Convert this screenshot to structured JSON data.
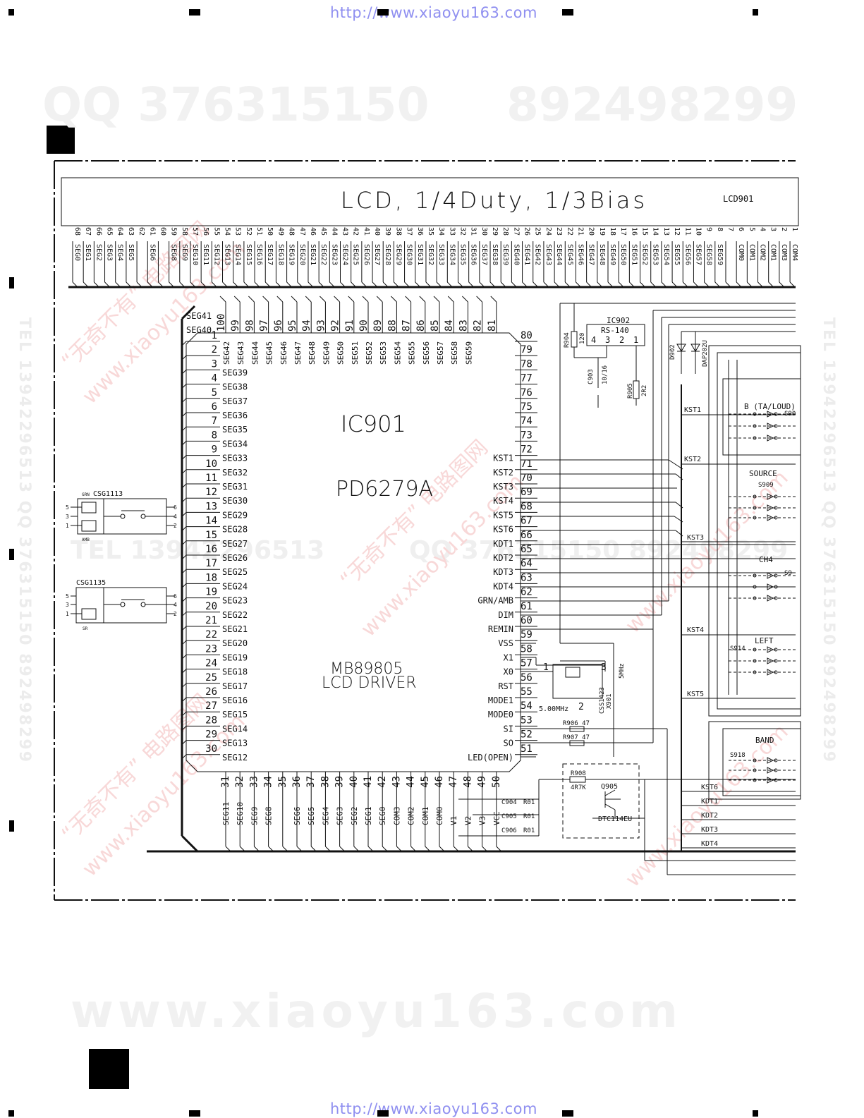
{
  "header_url": "http://www.xiaoyu163.com",
  "footer_url": "http://www.xiaoyu163.com",
  "watermarks": {
    "qq_left": "QQ 376315150",
    "qq_right": "892498299",
    "bottom_site": "www.xiaoyu163.com",
    "tel_mid": "TEL 13942296513",
    "qq_mid": "QQ 376315150 892498299",
    "side_left": "TEL 13942296513 QQ 376315150 892498299",
    "side_right": "TEL 13942296513 QQ 376315150 892498299",
    "cn_text": "“无奇不有” 电路图网",
    "cn_site": "www.xiaoyu163.com"
  },
  "lcd": {
    "title": "LCD, 1/4Duty, 1/3Bias",
    "ref": "LCD901",
    "pins": [
      "68",
      "67",
      "66",
      "65",
      "64",
      "63",
      "62",
      "61",
      "60",
      "59",
      "58",
      "57",
      "56",
      "55",
      "54",
      "53",
      "52",
      "51",
      "50",
      "49",
      "48",
      "47",
      "46",
      "45",
      "44",
      "43",
      "42",
      "41",
      "40",
      "39",
      "38",
      "37",
      "36",
      "35",
      "34",
      "33",
      "32",
      "31",
      "30",
      "29",
      "28",
      "27",
      "26",
      "25",
      "24",
      "23",
      "22",
      "21",
      "20",
      "19",
      "18",
      "17",
      "16",
      "15",
      "14",
      "13",
      "12",
      "11",
      "10",
      "9",
      "8",
      "7",
      "6",
      "5",
      "4",
      "3",
      "2",
      "1"
    ],
    "segs": [
      "SEG0",
      "SEG1",
      "SEG2",
      "SEG3",
      "SEG4",
      "SEG5",
      "",
      "SEG6",
      "",
      "SEG8",
      "SEG9",
      "SEG10",
      "SEG11",
      "SEG12",
      "SEG13",
      "SEG14",
      "SEG15",
      "SEG16",
      "SEG17",
      "SEG18",
      "SEG19",
      "SEG20",
      "SEG21",
      "SEG22",
      "SEG23",
      "SEG24",
      "SEG25",
      "SEG26",
      "SEG27",
      "SEG28",
      "SEG29",
      "SEG30",
      "SEG31",
      "SEG32",
      "SEG33",
      "SEG34",
      "SEG35",
      "SEG36",
      "SEG37",
      "SEG38",
      "SEG39",
      "SEG40",
      "SEG41",
      "SEG42",
      "SEG43",
      "SEG44",
      "SEG45",
      "SEG46",
      "SEG47",
      "SEG48",
      "SEG49",
      "SEG50",
      "SEG51",
      "SEG52",
      "SEG53",
      "SEG54",
      "SEG55",
      "SEG56",
      "SEG57",
      "SEG58",
      "SEG59",
      "",
      "COM0",
      "COM1",
      "COM2",
      "COM1",
      "COM3",
      "COM4"
    ]
  },
  "ic901": {
    "ref": "IC901",
    "part": "PD6279A",
    "desc1": "MB89805",
    "desc2": "LCD DRIVER",
    "left_nums": [
      "1",
      "2",
      "3",
      "4",
      "5",
      "6",
      "7",
      "8",
      "9",
      "10",
      "11",
      "12",
      "13",
      "14",
      "15",
      "16",
      "17",
      "18",
      "19",
      "20",
      "21",
      "22",
      "23",
      "24",
      "25",
      "26",
      "27",
      "28",
      "29",
      "30"
    ],
    "left_labels": [
      "",
      "",
      "SEG39",
      "SEG38",
      "SEG37",
      "SEG36",
      "SEG35",
      "SEG34",
      "SEG33",
      "SEG32",
      "SEG31",
      "SEG30",
      "SEG29",
      "SEG28",
      "SEG27",
      "SEG26",
      "SEG25",
      "SEG24",
      "SEG23",
      "SEG22",
      "SEG21",
      "SEG20",
      "SEG19",
      "SEG18",
      "SEG17",
      "SEG16",
      "SEG15",
      "SEG14",
      "SEG13",
      "SEG12"
    ],
    "corner_labels": [
      "SEG41",
      "SEG40"
    ],
    "top_nums": [
      "100",
      "99",
      "98",
      "97",
      "96",
      "95",
      "94",
      "93",
      "92",
      "91",
      "90",
      "89",
      "88",
      "87",
      "86",
      "85",
      "84",
      "83",
      "82",
      "81"
    ],
    "top_labels": [
      "SEG42",
      "SEG43",
      "SEG44",
      "SEG45",
      "SEG46",
      "SEG47",
      "SEG48",
      "SEG49",
      "SEG50",
      "SEG51",
      "SEG52",
      "SEG53",
      "SEG54",
      "SEG55",
      "SEG56",
      "SEG57",
      "SEG58",
      "SEG59",
      "",
      ""
    ],
    "right_nums": [
      "80",
      "79",
      "78",
      "77",
      "76",
      "75",
      "74",
      "73",
      "72",
      "71",
      "70",
      "69",
      "68",
      "67",
      "66",
      "65",
      "64",
      "63",
      "62",
      "61",
      "60",
      "59",
      "58",
      "57",
      "56",
      "55",
      "54",
      "53",
      "52",
      "51"
    ],
    "right_labels": [
      "",
      "",
      "",
      "",
      "",
      "",
      "",
      "",
      "KST1",
      "KST2",
      "KST3",
      "KST4",
      "KST5",
      "KST6",
      "KDT1",
      "KDT2",
      "KDT3",
      "KDT4",
      "GRN/AMB",
      "DIM",
      "REMIN",
      "VSS",
      "X1",
      "X0",
      "RST",
      "MODE1",
      "MODE0",
      "SI",
      "SO",
      "LED(OPEN)"
    ],
    "bottom_nums": [
      "31",
      "32",
      "33",
      "34",
      "35",
      "36",
      "37",
      "38",
      "39",
      "40",
      "41",
      "42",
      "43",
      "44",
      "45",
      "46",
      "47",
      "48",
      "49",
      "50"
    ],
    "bottom_labels": [
      "SEG11",
      "SEG10",
      "SEG9",
      "SEG8",
      "",
      "SEG6",
      "SEG5",
      "SEG4",
      "SEG3",
      "SEG2",
      "SEG1",
      "SEG0",
      "COM3",
      "COM2",
      "COM1",
      "COM0",
      "V1",
      "V2",
      "V3",
      "VCC"
    ]
  },
  "ic902": {
    "ref": "IC902",
    "part": "RS-140",
    "pins": [
      "4",
      "3",
      "2",
      "1"
    ]
  },
  "components": {
    "r904": "R904",
    "r904_val": "120",
    "c903": "C903",
    "c903_val": "10/16",
    "r905": "R905",
    "r905_val": "2R2",
    "d902": "D902",
    "d902_part": "DAP202U",
    "x901": "X901",
    "x901_part": "CSS1423",
    "x901_freq": "5MHz",
    "x901_label": "5.00MHz",
    "x901_pin1": "1",
    "x901_pin2": "2",
    "x901_pin3": "3",
    "r906": "R906 47",
    "r907": "R907 47",
    "r908": "R908",
    "r908_val": "4R7K",
    "q905": "Q905",
    "q905_part": "DTC114EU",
    "c904": "C904",
    "c905": "C905",
    "c906": "C906",
    "c_val": "R01"
  },
  "switches": {
    "csg1113": "CSG1113",
    "csg1113_grn": "GRN",
    "csg1113_amb": "AMB",
    "csg1135": "CSG1135",
    "csg1135_sr": "SR",
    "sw_pins": [
      "5",
      "3",
      "1",
      "6",
      "4",
      "2"
    ],
    "groups": [
      {
        "name": "B (TA/LOUD)",
        "ref": "S90"
      },
      {
        "name": "SOURCE",
        "ref": "S909"
      },
      {
        "name": "CH4",
        "ref": "S9"
      },
      {
        "name": "LEFT",
        "ref": "S914"
      },
      {
        "name": "BAND",
        "ref": "S918"
      }
    ]
  },
  "bus_labels": [
    "KST1",
    "KST2",
    "KST3",
    "KST4",
    "KST5",
    "KST6",
    "KDT1",
    "KDT2",
    "KDT3",
    "KDT4"
  ]
}
